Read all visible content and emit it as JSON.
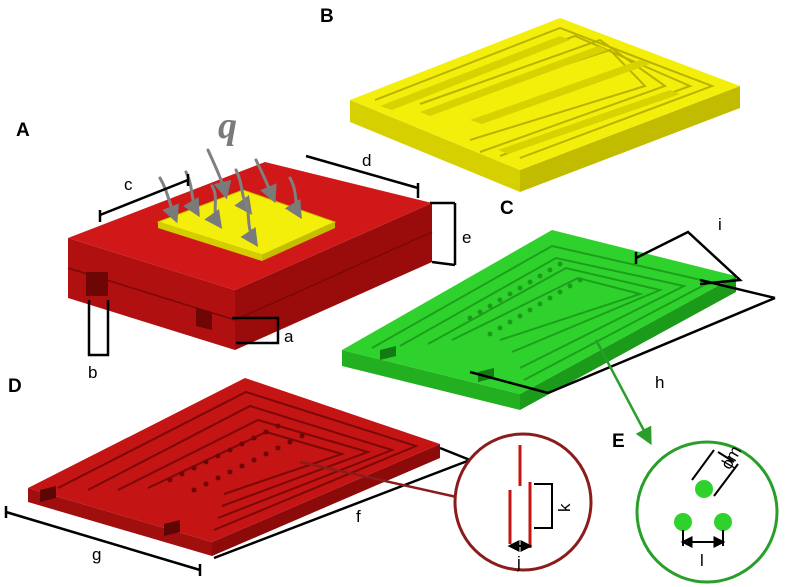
{
  "panels": {
    "A": "A",
    "B": "B",
    "C": "C",
    "D": "D",
    "E": "E"
  },
  "heat_flux_symbol": "q",
  "dimension_labels": {
    "a": "a",
    "b": "b",
    "c": "c",
    "d": "d",
    "e": "e",
    "f": "f",
    "g": "g",
    "h": "h",
    "i": "i",
    "j": "j",
    "k": "k",
    "l": "l",
    "m": "ϕm"
  },
  "colors": {
    "red_body": "#c41414",
    "yellow_body": "#f4ef0a",
    "green_body": "#2fd22c",
    "dimension_line": "#000000",
    "heat_arrow": "#808080",
    "detail_red_ring": "#8b1c1c",
    "detail_green_ring": "#2a9e2a"
  }
}
